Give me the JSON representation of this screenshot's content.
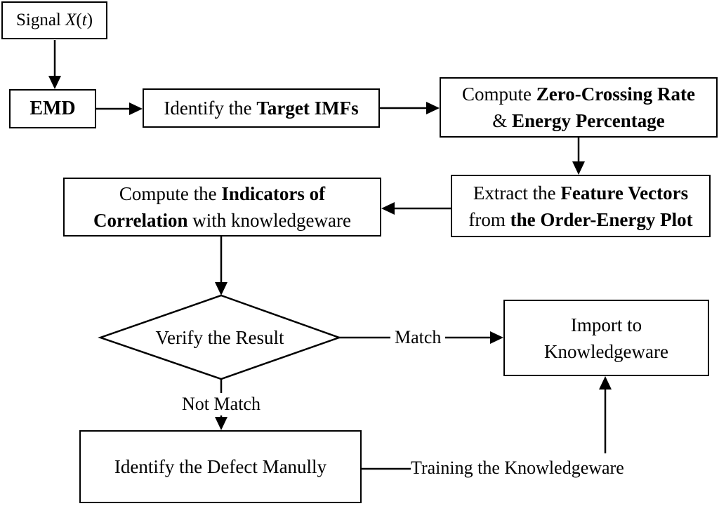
{
  "nodes": {
    "signal": {
      "part_signal": "Signal ",
      "part_x": "X",
      "part_open": "(",
      "part_t": "t",
      "part_close": ")"
    },
    "emd": {
      "label": "EMD"
    },
    "target_imfs": {
      "part_regular": "Identify the ",
      "part_bold": "Target IMFs"
    },
    "zero_crossing": {
      "line1_regular": "Compute ",
      "line1_bold": "Zero-Crossing Rate",
      "line2_regular": "& ",
      "line2_bold": "Energy Percentage"
    },
    "feature_vectors": {
      "line1_regular": "Extract the ",
      "line1_bold": "Feature Vectors",
      "line2_regular": "from ",
      "line2_bold": "the Order-Energy Plot"
    },
    "indicators": {
      "line1_regular": "Compute the ",
      "line1_bold": "Indicators of",
      "line2_bold": "Correlation",
      "line2_regular": " with knowledgeware"
    },
    "verify": {
      "label": "Verify the Result"
    },
    "import_knowledgeware": {
      "line1": "Import to",
      "line2": "Knowledgeware"
    },
    "identify_defect": {
      "label": "Identify the Defect Manully"
    }
  },
  "edge_labels": {
    "match": "Match",
    "not_match": "Not Match",
    "training": "Training the Knowledgeware"
  },
  "colors": {
    "line": "#000000",
    "background": "#ffffff"
  }
}
